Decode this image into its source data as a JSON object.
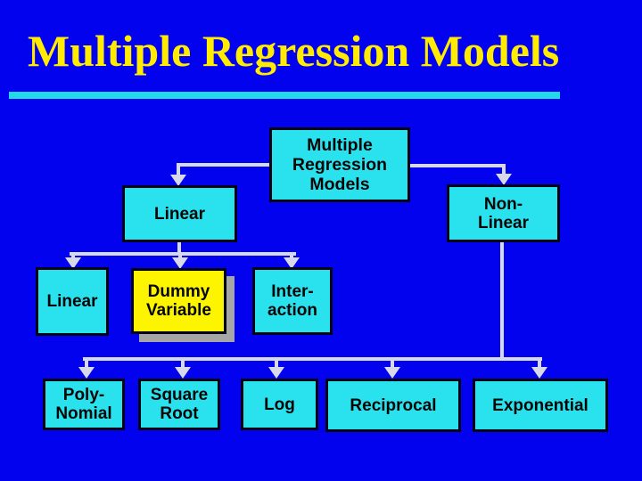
{
  "slide": {
    "title": "Multiple Regression Models",
    "colors": {
      "background": "#0202ef",
      "title_text": "#ffec00",
      "underline": "#21d9e9",
      "box_fill_cyan": "#2ae2ee",
      "box_fill_highlight_yellow": "#fdf400",
      "box_border": "#000014",
      "box_text": "#060606",
      "connector": "#d8d9e8",
      "highlight_shadow": "#a6a6a6"
    }
  },
  "diagram": {
    "nodes": {
      "root": {
        "label": "Multiple\nRegression\nModels"
      },
      "linear_l2": {
        "label": "Linear"
      },
      "nonlinear": {
        "label": "Non-\nLinear"
      },
      "linear_l3": {
        "label": "Linear"
      },
      "dummy_variable": {
        "label": "Dummy\nVariable"
      },
      "interaction": {
        "label": "Inter-\naction"
      },
      "polynomial": {
        "label": "Poly-\nNomial"
      },
      "square_root": {
        "label": "Square\nRoot"
      },
      "log": {
        "label": "Log"
      },
      "reciprocal": {
        "label": "Reciprocal"
      },
      "exponential": {
        "label": "Exponential"
      }
    }
  }
}
